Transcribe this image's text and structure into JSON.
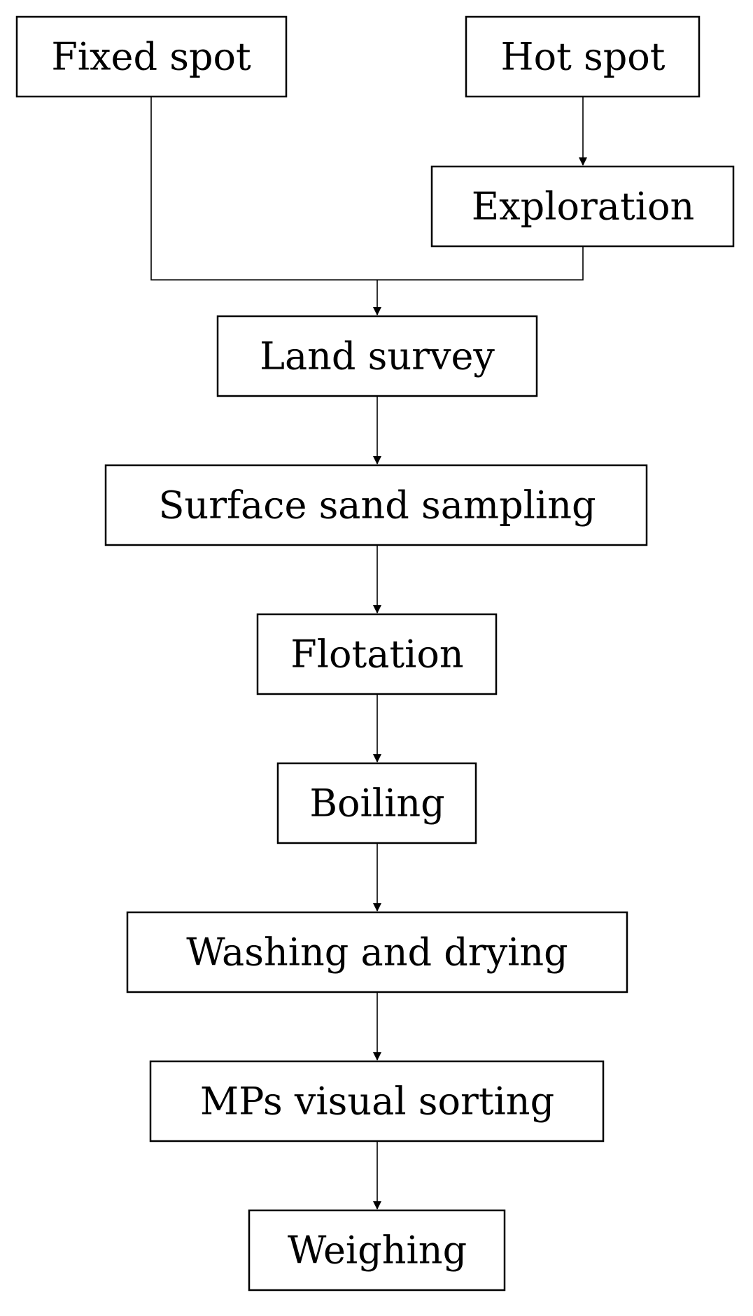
{
  "diagram": {
    "nodes": [
      {
        "id": "fixed-spot",
        "label": "Fixed spot"
      },
      {
        "id": "hot-spot",
        "label": "Hot spot"
      },
      {
        "id": "exploration",
        "label": "Exploration"
      },
      {
        "id": "land-survey",
        "label": "Land survey"
      },
      {
        "id": "surface-sand-sampling",
        "label": "Surface sand sampling"
      },
      {
        "id": "flotation",
        "label": "Flotation"
      },
      {
        "id": "boiling",
        "label": "Boiling"
      },
      {
        "id": "washing-and-drying",
        "label": "Washing and drying"
      },
      {
        "id": "mps-visual-sorting",
        "label": "MPs visual sorting"
      },
      {
        "id": "weighing",
        "label": "Weighing"
      }
    ],
    "edges": [
      {
        "from": "hot-spot",
        "to": "exploration"
      },
      {
        "from": "fixed-spot",
        "to": "land-survey"
      },
      {
        "from": "exploration",
        "to": "land-survey"
      },
      {
        "from": "land-survey",
        "to": "surface-sand-sampling"
      },
      {
        "from": "surface-sand-sampling",
        "to": "flotation"
      },
      {
        "from": "flotation",
        "to": "boiling"
      },
      {
        "from": "boiling",
        "to": "washing-and-drying"
      },
      {
        "from": "washing-and-drying",
        "to": "mps-visual-sorting"
      },
      {
        "from": "mps-visual-sorting",
        "to": "weighing"
      }
    ]
  }
}
